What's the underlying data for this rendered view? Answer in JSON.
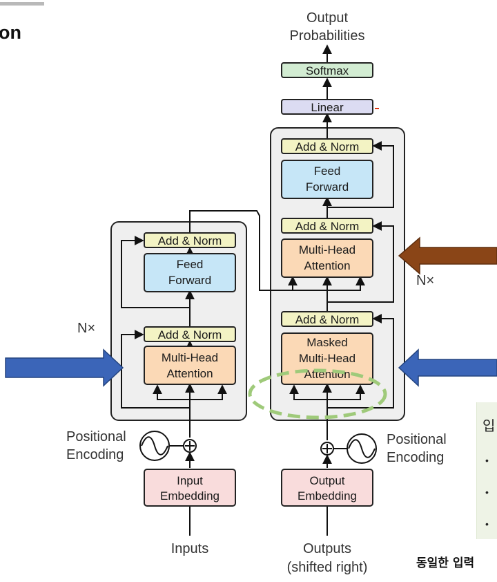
{
  "slide": {
    "title_fragment": "on",
    "footer_text": "동일한 입력"
  },
  "note_panel": {
    "title_fragment": "입",
    "bullets": [
      "•",
      "•",
      "•"
    ]
  },
  "diagram": {
    "output_label": [
      "Output",
      "Probabilities"
    ],
    "softmax": "Softmax",
    "linear": "Linear",
    "encoder": {
      "repeat_label": "N×",
      "add_norm_top": "Add & Norm",
      "feed_forward": [
        "Feed",
        "Forward"
      ],
      "add_norm_bottom": "Add & Norm",
      "attention": [
        "Multi-Head",
        "Attention"
      ],
      "positional_encoding": [
        "Positional",
        "Encoding"
      ],
      "embedding": [
        "Input",
        "Embedding"
      ],
      "input_label": "Inputs"
    },
    "decoder": {
      "repeat_label": "N×",
      "add_norm_top": "Add & Norm",
      "feed_forward": [
        "Feed",
        "Forward"
      ],
      "add_norm_mid": "Add & Norm",
      "cross_attention": [
        "Multi-Head",
        "Attention"
      ],
      "add_norm_bottom": "Add & Norm",
      "masked_attention": [
        "Masked",
        "Multi-Head",
        "Attention"
      ],
      "positional_encoding": [
        "Positional",
        "Encoding"
      ],
      "embedding": [
        "Output",
        "Embedding"
      ],
      "input_label": [
        "Outputs",
        "(shifted right)"
      ]
    }
  },
  "colors": {
    "add_norm": "#f3f3c4",
    "feed_forward": "#c6e6f7",
    "attention": "#fbd9b6",
    "embedding": "#f9dcdc",
    "softmax": "#d2ecd2",
    "linear": "#dcdcf2",
    "stack_panel": "#efefef",
    "blue_arrow": "#3b65b8",
    "brown_arrow": "#8a4517",
    "highlight_ellipse": "#9fca7a"
  }
}
